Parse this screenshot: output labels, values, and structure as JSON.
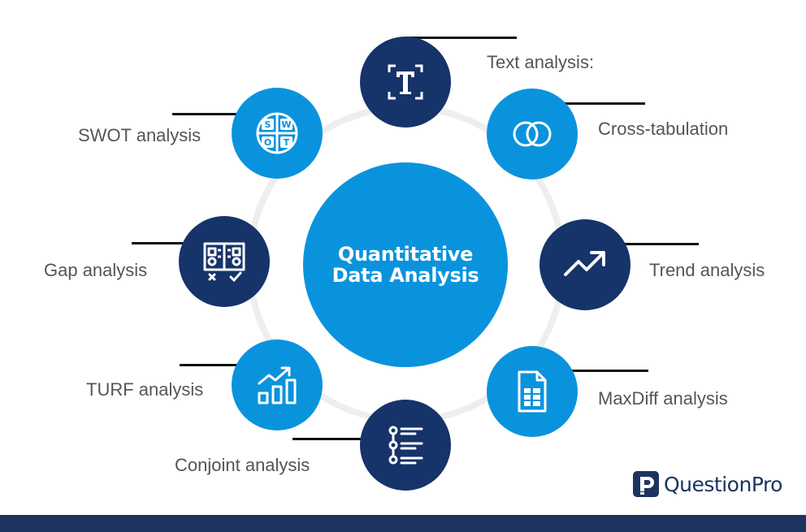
{
  "center_title": [
    "Quantitative",
    "Data Analysis"
  ],
  "colors": {
    "light": "#0a93dd",
    "dark": "#16336a",
    "text": "#555555",
    "footer": "#1d3461"
  },
  "nodes": [
    {
      "label": "Text analysis:",
      "icon": "text-icon",
      "tone": "dark"
    },
    {
      "label": "Cross-tabulation",
      "icon": "overlap-circles-icon",
      "tone": "light"
    },
    {
      "label": "Trend analysis",
      "icon": "trend-arrow-icon",
      "tone": "dark"
    },
    {
      "label": "MaxDiff analysis",
      "icon": "spreadsheet-icon",
      "tone": "light"
    },
    {
      "label": "Conjoint analysis",
      "icon": "list-icon",
      "tone": "dark"
    },
    {
      "label": "TURF analysis",
      "icon": "bar-growth-icon",
      "tone": "light"
    },
    {
      "label": "Gap analysis",
      "icon": "comparison-board-icon",
      "tone": "dark"
    },
    {
      "label": "SWOT analysis",
      "icon": "swot-icon",
      "tone": "light"
    }
  ],
  "swot_letters": [
    "S",
    "W",
    "O",
    "T"
  ],
  "logo": {
    "mark": "P",
    "text": "QuestionPro"
  }
}
